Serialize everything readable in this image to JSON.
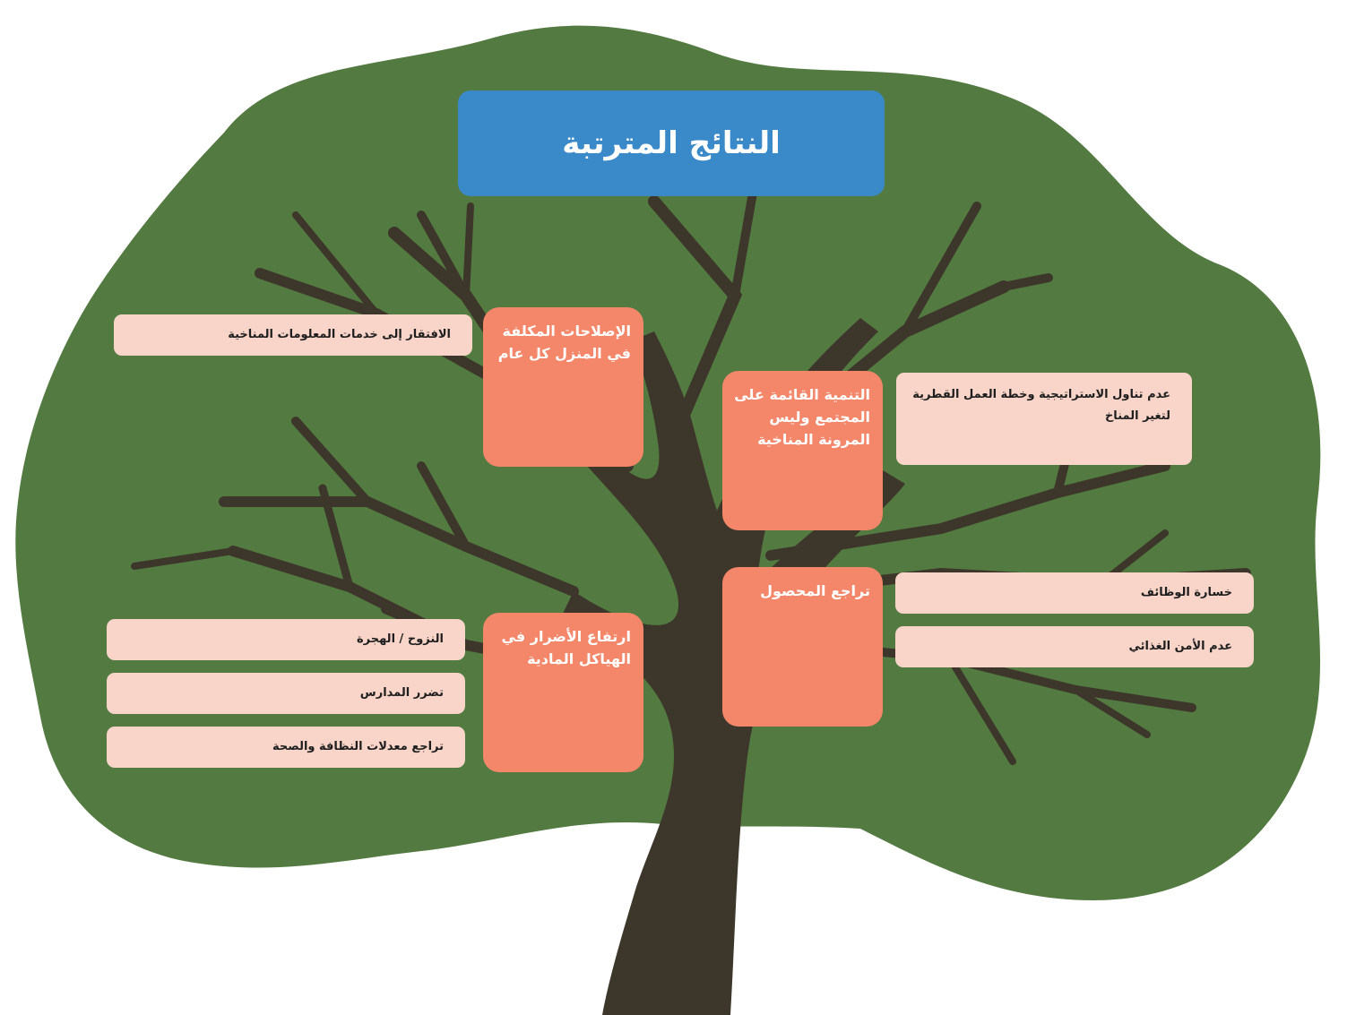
{
  "title": "النتائج المترتبة",
  "nodes": {
    "home_repairs": "الإصلاحات المكلفة في المنزل كل عام",
    "community_dev": "التنمية القائمة على المجتمع وليس المرونة المناخية",
    "structural_damage": "ارتفاع الأضرار في الهياكل المادية",
    "crop_decline": "تراجع المحصول"
  },
  "leaves": {
    "no_climate_info": "الافتقار إلى خدمات المعلومات المناخية",
    "no_strategy": "عدم تناول الاستراتيجية وخطة العمل القطرية لتغير المناخ",
    "displacement": "النزوح / الهجرة",
    "schools_damaged": "تضرر المدارس",
    "hygiene_decline": "تراجع معدلات النظافة والصحة",
    "job_loss": "خسارة الوظائف",
    "food_insecurity": "عدم الأمن الغذائي"
  },
  "colors": {
    "foliage": "#537a40",
    "trunk": "#3d362b",
    "title_bg": "#3a89c9",
    "node_bg": "#f4876a",
    "leaf_bg": "#f9d4c8"
  }
}
